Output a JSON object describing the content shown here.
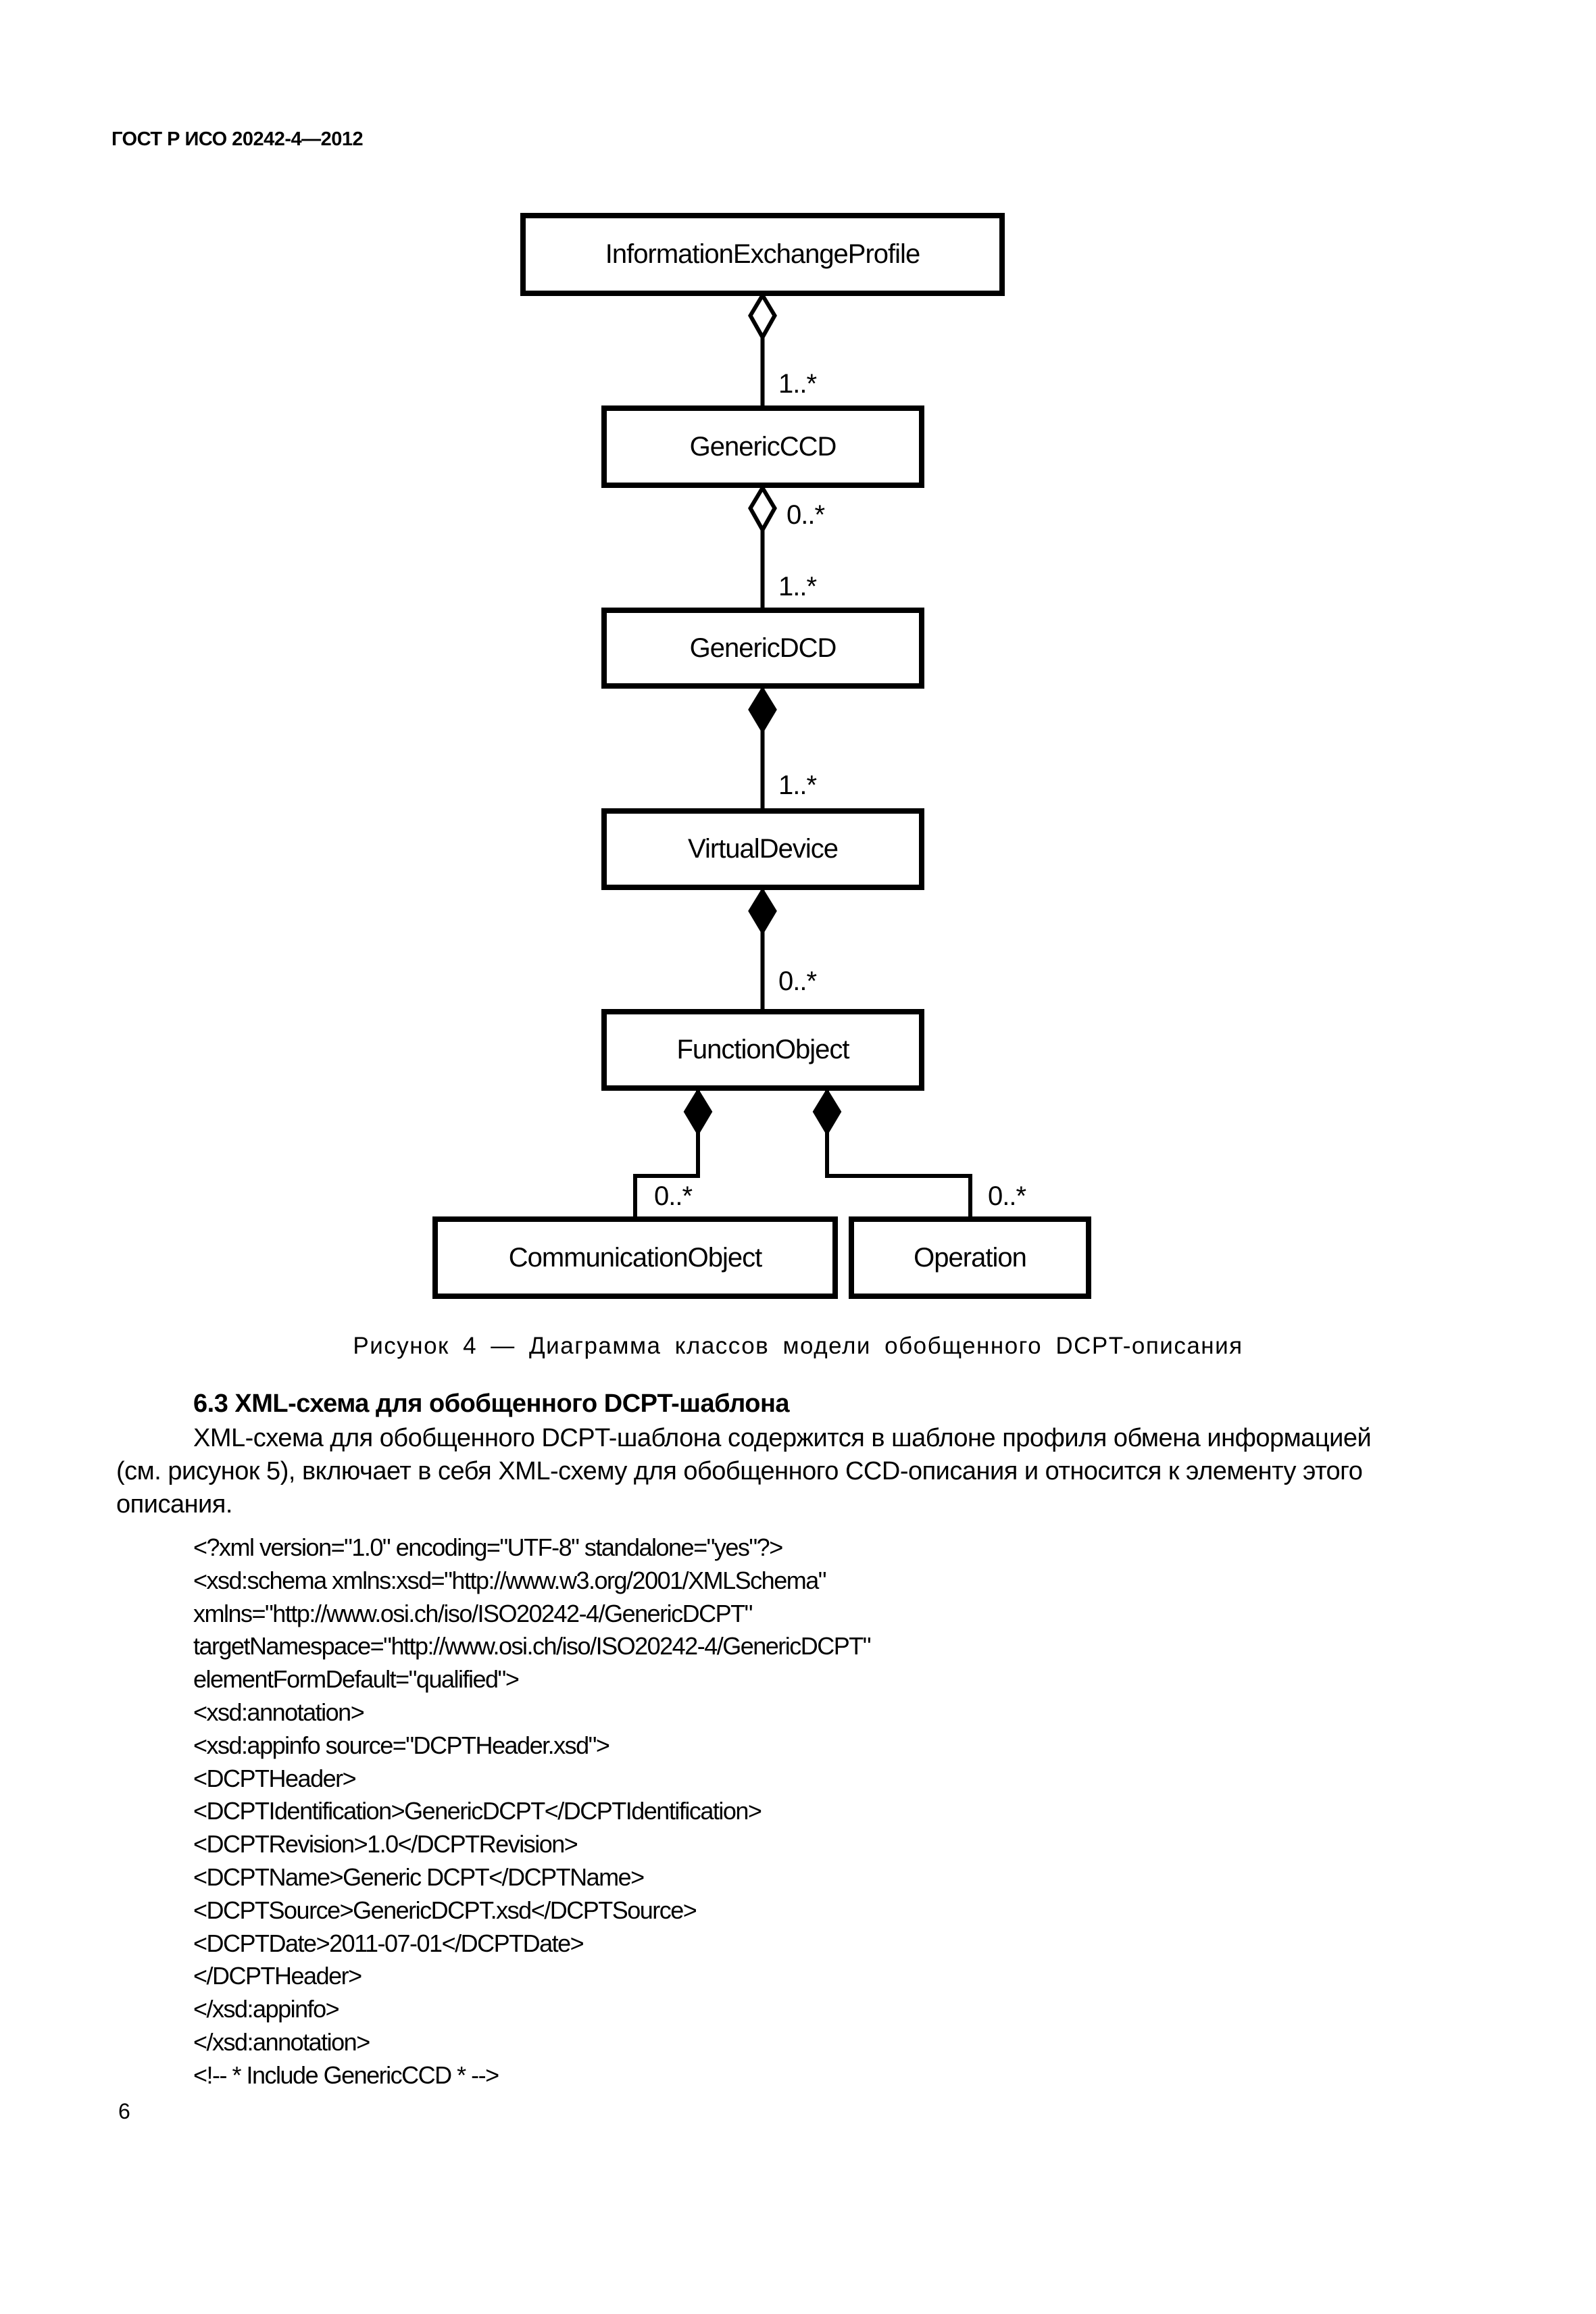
{
  "page": {
    "header": "ГОСТ Р ИСО 20242-4—2012",
    "number": "6"
  },
  "diagram": {
    "classes": {
      "information_exchange_profile": "InformationExchangeProfile",
      "generic_ccd": "GenericCCD",
      "generic_dcd": "GenericDCD",
      "virtual_device": "VirtualDevice",
      "function_object": "FunctionObject",
      "communication_object": "CommunicationObject",
      "operation": "Operation"
    },
    "multiplicities": {
      "iep_to_ccd": "1..*",
      "ccd_aggregation": "0..*",
      "ccd_to_dcd": "1..*",
      "dcd_to_vd": "1..*",
      "vd_to_fo": "0..*",
      "fo_to_co": "0..*",
      "fo_to_op": "0..*"
    },
    "caption": "Рисунок 4 — Диаграмма классов модели обобщенного DCPT-описания"
  },
  "section": {
    "heading": "6.3 XML-схема для обобщенного DCPT-шаблона",
    "paragraph_lines": [
      "XML-схема для обобщенного DCPT-шаблона содержится в шаблоне профиля обмена информацией",
      "(см. рисунок 5), включает в себя XML-схему для обобщенного CCD-описания и относится к элементу этого",
      "описания."
    ]
  },
  "code": {
    "lines": [
      "<?xml version=\"1.0\" encoding=\"UTF-8\" standalone=\"yes\"?>",
      "<xsd:schema xmlns:xsd=\"http://www.w3.org/2001/XMLSchema\"",
      "xmlns=\"http://www.osi.ch/iso/ISO20242-4/GenericDCPT\"",
      "targetNamespace=\"http://www.osi.ch/iso/ISO20242-4/GenericDCPT\"",
      "elementFormDefault=\"qualified\">",
      "<xsd:annotation>",
      "<xsd:appinfo source=\"DCPTHeader.xsd\">",
      "<DCPTHeader>",
      "<DCPTIdentification>GenericDCPT</DCPTIdentification>",
      "<DCPTRevision>1.0</DCPTRevision>",
      "<DCPTName>Generic DCPT</DCPTName>",
      "<DCPTSource>GenericDCPT.xsd</DCPTSource>",
      "<DCPTDate>2011-07-01</DCPTDate>",
      "</DCPTHeader>",
      "</xsd:appinfo>",
      "</xsd:annotation>",
      "<!-- * Include GenericCCD * -->"
    ]
  }
}
